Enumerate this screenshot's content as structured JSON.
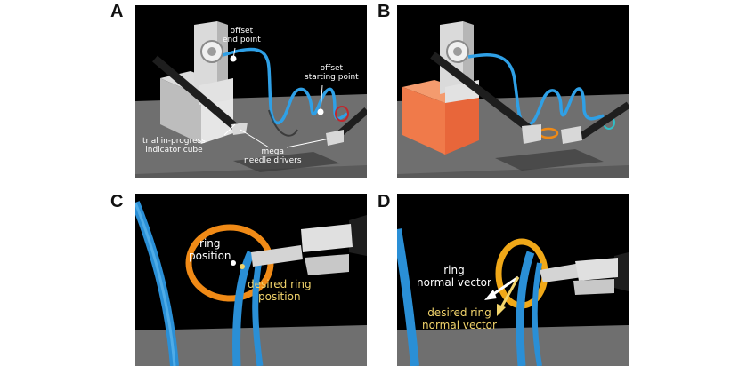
{
  "panels": {
    "a": {
      "letter": "A",
      "labels": {
        "offset_end": "offset\nend point",
        "offset_start": "offset\nstarting point",
        "indicator_cube": "trial in-progress\nindicator cube",
        "needle_drivers": "mega\nneedle drivers"
      }
    },
    "b": {
      "letter": "B"
    },
    "c": {
      "letter": "C",
      "labels": {
        "ring_position": "ring\nposition",
        "desired_ring_position": "desired ring\nposition"
      }
    },
    "d": {
      "letter": "D",
      "labels": {
        "ring_normal": "ring\nnormal vector",
        "desired_ring_normal": "desired ring\nnormal vector"
      }
    }
  },
  "colors": {
    "background": "#000000",
    "floor": "#6f6f6f",
    "wire": "#2fa0e6",
    "ring": "#f08a16",
    "indicator_active": "#f07a4a",
    "label_yellow": "#f2d46b"
  }
}
